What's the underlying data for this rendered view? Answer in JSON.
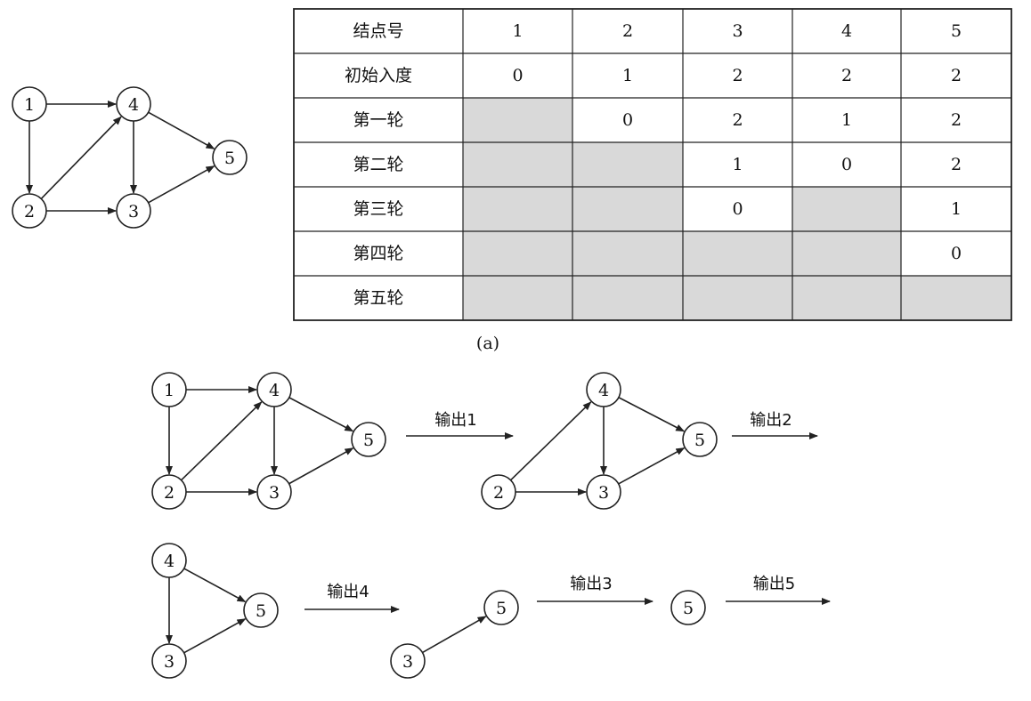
{
  "table": {
    "header": [
      "结点号",
      "1",
      "2",
      "3",
      "4",
      "5"
    ],
    "rows": [
      {
        "label": "初始入度",
        "values": [
          "0",
          "1",
          "2",
          "2",
          "2"
        ],
        "shaded": [
          false,
          false,
          false,
          false,
          false
        ]
      },
      {
        "label": "第一轮",
        "values": [
          "",
          "0",
          "2",
          "1",
          "2"
        ],
        "shaded": [
          true,
          false,
          false,
          false,
          false
        ]
      },
      {
        "label": "第二轮",
        "values": [
          "",
          "",
          "1",
          "0",
          "2"
        ],
        "shaded": [
          true,
          true,
          false,
          false,
          false
        ]
      },
      {
        "label": "第三轮",
        "values": [
          "",
          "",
          "0",
          "",
          "1"
        ],
        "shaded": [
          true,
          true,
          false,
          true,
          false
        ]
      },
      {
        "label": "第四轮",
        "values": [
          "",
          "",
          "",
          "",
          "0"
        ],
        "shaded": [
          true,
          true,
          true,
          true,
          false
        ]
      },
      {
        "label": "第五轮",
        "values": [
          "",
          "",
          "",
          "",
          ""
        ],
        "shaded": [
          true,
          true,
          true,
          true,
          true
        ]
      }
    ],
    "shade_color": "#d9d9d9"
  },
  "caption": "(a)",
  "graphs": [
    {
      "id": "g0",
      "nodes": [
        "1",
        "2",
        "3",
        "4",
        "5"
      ],
      "edges": [
        [
          "1",
          "4"
        ],
        [
          "1",
          "2"
        ],
        [
          "2",
          "4"
        ],
        [
          "2",
          "3"
        ],
        [
          "4",
          "3"
        ],
        [
          "4",
          "5"
        ],
        [
          "3",
          "5"
        ]
      ]
    },
    {
      "id": "g1",
      "nodes": [
        "1",
        "2",
        "3",
        "4",
        "5"
      ],
      "edges": [
        [
          "1",
          "4"
        ],
        [
          "1",
          "2"
        ],
        [
          "2",
          "4"
        ],
        [
          "2",
          "3"
        ],
        [
          "4",
          "3"
        ],
        [
          "4",
          "5"
        ],
        [
          "3",
          "5"
        ]
      ]
    },
    {
      "id": "g2",
      "nodes": [
        "2",
        "3",
        "4",
        "5"
      ],
      "edges": [
        [
          "2",
          "4"
        ],
        [
          "2",
          "3"
        ],
        [
          "4",
          "3"
        ],
        [
          "4",
          "5"
        ],
        [
          "3",
          "5"
        ]
      ]
    },
    {
      "id": "g3",
      "nodes": [
        "3",
        "4",
        "5"
      ],
      "edges": [
        [
          "4",
          "3"
        ],
        [
          "4",
          "5"
        ],
        [
          "3",
          "5"
        ]
      ]
    },
    {
      "id": "g4",
      "nodes": [
        "3",
        "5"
      ],
      "edges": [
        [
          "3",
          "5"
        ]
      ]
    },
    {
      "id": "g5",
      "nodes": [
        "5"
      ],
      "edges": []
    }
  ],
  "steps": [
    {
      "id": "s1",
      "label": "输出1"
    },
    {
      "id": "s2",
      "label": "输出2"
    },
    {
      "id": "s3",
      "label": "输出4"
    },
    {
      "id": "s4",
      "label": "输出3"
    },
    {
      "id": "s5",
      "label": "输出5"
    }
  ]
}
